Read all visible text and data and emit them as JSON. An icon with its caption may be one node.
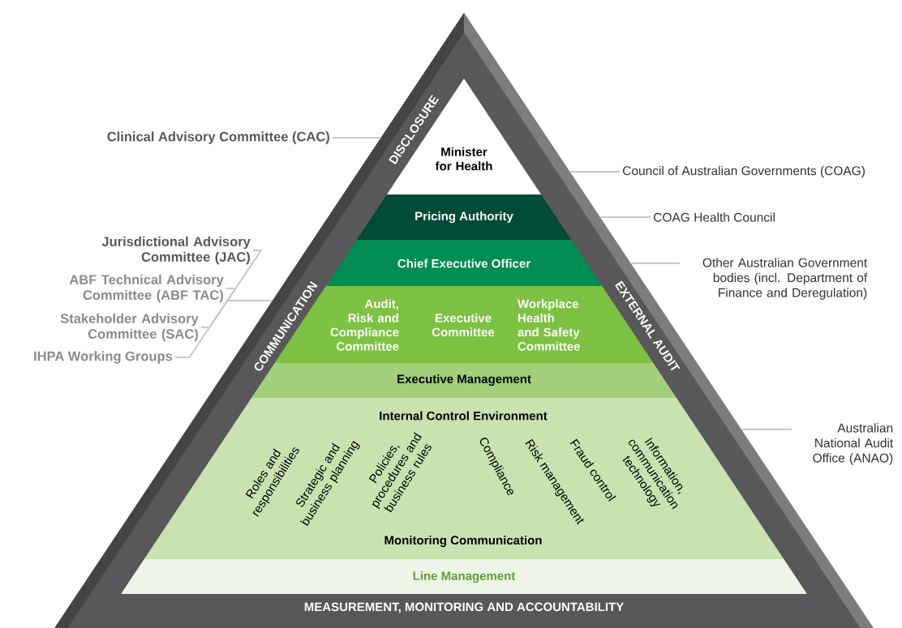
{
  "diagram": {
    "nodes": [
      {
        "text": [
          "DISCLOSURE",
          "COMMUNICATION",
          "EXTERNAL AUDIT",
          "MEASUREMENT, MONITORING AND ACCOUNTABILITY"
        ]
      },
      {
        "text": [
          "Minister for Health"
        ],
        "in": 0
      },
      {
        "text": [
          "Pricing Authority"
        ],
        "in": 0
      },
      {
        "text": [
          "Chief Executive Officer"
        ],
        "in": 0
      },
      {
        "text": [
          "Audit, Risk and Compliance Committee",
          "Executive Committee",
          "Workplace Health and Safety Committee"
        ],
        "in": 0
      },
      {
        "text": [
          "Executive Management"
        ],
        "in": 0
      },
      {
        "text": [
          "Internal Control Environment",
          "Roles and responsibilities",
          "Strategic and business planning",
          "Policies, procedures and business rules",
          "Compliance",
          "Risk management",
          "Fraud control",
          "Information, communication technology",
          "Monitoring Communication"
        ],
        "in": 0
      },
      {
        "text": [
          "Line Management"
        ],
        "in": 0
      },
      {
        "text": [
          "Clinical Advisory Committee (CAC)"
        ]
      },
      {
        "text": [
          "Council of Australian Governments (COAG)"
        ]
      },
      {
        "text": [
          "COAG Health Council"
        ]
      },
      {
        "text": [
          "Jurisdictional Advisory Committee (JAC)"
        ]
      },
      {
        "text": [
          "ABF Technical Advisory Committee (ABF TAC)"
        ]
      },
      {
        "text": [
          "Other Australian Government bodies (incl. Department of Finance and Deregulation)"
        ]
      },
      {
        "text": [
          "Stakeholder Advisory Committee (SAC)"
        ]
      },
      {
        "text": [
          "IHPA Working Groups"
        ]
      },
      {
        "text": [
          "Australian National Audit Office (ANAO)"
        ]
      }
    ],
    "edges": [
      {
        "from": 8,
        "to": 0,
        "arrow": "none"
      },
      {
        "from": 9,
        "to": 0,
        "arrow": "none"
      },
      {
        "from": 10,
        "to": 0,
        "arrow": "none"
      },
      {
        "from": 11,
        "to": 0,
        "arrow": "none"
      },
      {
        "from": 12,
        "to": 0,
        "arrow": "none"
      },
      {
        "from": 13,
        "to": 0,
        "arrow": "none"
      },
      {
        "from": 14,
        "to": 0,
        "arrow": "none"
      },
      {
        "from": 15,
        "to": 0,
        "arrow": "none"
      },
      {
        "from": 16,
        "to": 0,
        "arrow": "none"
      }
    ]
  }
}
